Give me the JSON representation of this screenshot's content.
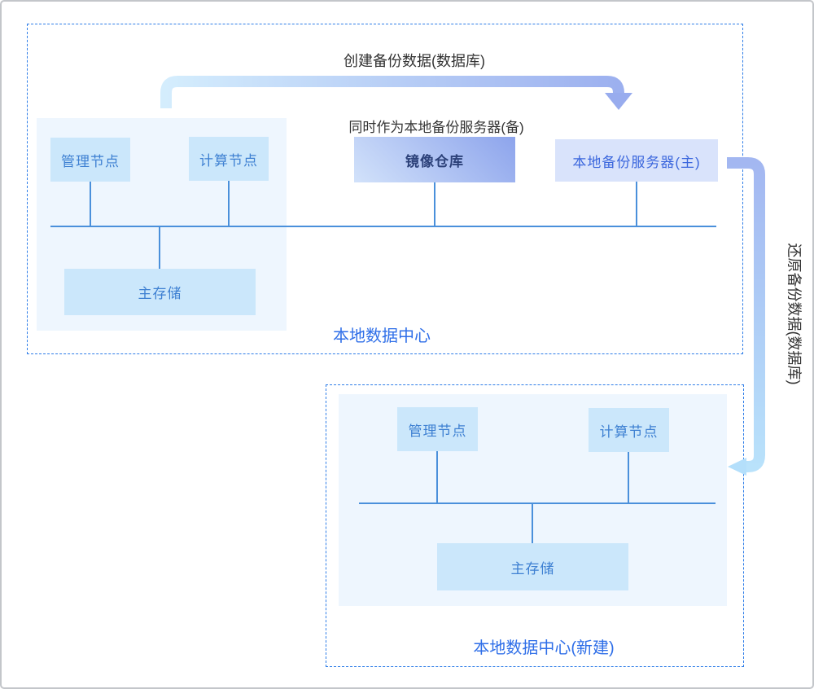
{
  "arrows": {
    "create": {
      "label": "创建备份数据(数据库)"
    },
    "restore": {
      "label": "还原备份数据(数据库)"
    },
    "note": "同时作为本地备份服务器(备)"
  },
  "dc1": {
    "label": "本地数据中心",
    "nodes": {
      "mgmt": "管理节点",
      "compute": "计算节点",
      "storage": "主存储",
      "mirror": "镜像仓库",
      "backup_primary": "本地备份服务器(主)"
    }
  },
  "dc2": {
    "label": "本地数据中心(新建)",
    "nodes": {
      "mgmt": "管理节点",
      "compute": "计算节点",
      "storage": "主存储"
    }
  },
  "colors": {
    "dashed_border": "#2e7de8",
    "panel_bg": "#eef6fe",
    "node_bg": "#cbe7fb",
    "node_text": "#3e80d2",
    "backup_node_bg": "#d9e3fb",
    "backup_node_text": "#3a66dd",
    "mirror_gradient_start": "#d2e2fa",
    "mirror_gradient_end": "#8da4ec",
    "mirror_text": "#2c4179",
    "connector_line": "#4a90db",
    "dc_label_text": "#2e6ee8",
    "caption_text": "#333333",
    "create_arrow_start": "#d4edfd",
    "create_arrow_end": "#9cb0ef",
    "restore_arrow_start": "#a3b7f1",
    "restore_arrow_end": "#b9e2fb",
    "outer_frame_border": "#c3c6ca"
  }
}
